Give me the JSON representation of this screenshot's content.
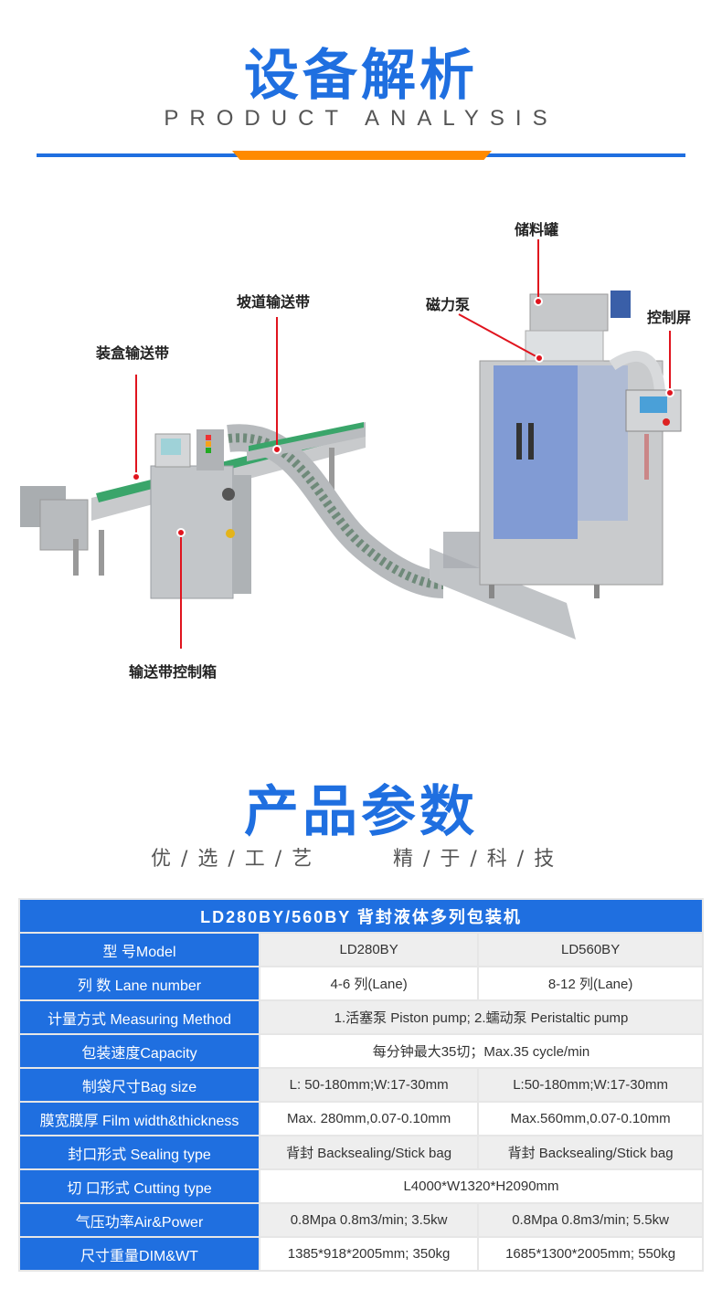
{
  "analysis": {
    "title": "设备解析",
    "subtitle": "PRODUCT ANALYSIS"
  },
  "callouts": {
    "tank": "储料罐",
    "pump": "磁力泵",
    "screen": "控制屏",
    "ramp_conveyor": "坡道输送带",
    "boxing_conveyor": "装盒输送带",
    "conveyor_control_box": "输送带控制箱"
  },
  "params": {
    "title": "产品参数",
    "slogan_left": "优 / 选 / 工 / 艺",
    "slogan_right": "精 / 于 / 科 / 技"
  },
  "table": {
    "title": "LD280BY/560BY 背封液体多列包装机",
    "rows": [
      {
        "label": "型 号Model",
        "values": [
          "LD280BY",
          "LD560BY"
        ]
      },
      {
        "label": "列 数 Lane number",
        "values": [
          "4-6 列(Lane)",
          "8-12 列(Lane)"
        ]
      },
      {
        "label": "计量方式 Measuring Method",
        "values": [
          "1.活塞泵 Piston pump; 2.蠕动泵 Peristaltic pump"
        ]
      },
      {
        "label": "包装速度Capacity",
        "values": [
          "每分钟最大35切；Max.35 cycle/min"
        ]
      },
      {
        "label": "制袋尺寸Bag size",
        "values": [
          "L: 50-180mm;W:17-30mm",
          "L:50-180mm;W:17-30mm"
        ]
      },
      {
        "label": "膜宽膜厚 Film width&thickness",
        "values": [
          "Max. 280mm,0.07-0.10mm",
          "Max.560mm,0.07-0.10mm"
        ]
      },
      {
        "label": "封口形式 Sealing type",
        "values": [
          "背封 Backsealing/Stick bag",
          "背封 Backsealing/Stick bag"
        ]
      },
      {
        "label": "切 口形式 Cutting type",
        "values": [
          "L4000*W1320*H2090mm"
        ]
      },
      {
        "label": "气压功率Air&Power",
        "values": [
          "0.8Mpa 0.8m3/min; 3.5kw",
          "0.8Mpa 0.8m3/min; 5.5kw"
        ]
      },
      {
        "label": "尺寸重量DIM&WT",
        "values": [
          "1385*918*2005mm; 350kg",
          "1685*1300*2005mm; 550kg"
        ]
      }
    ]
  },
  "colors": {
    "brand_blue": "#1f6fe0",
    "accent_orange": "#ff8a00",
    "callout_red": "#e0141e"
  }
}
